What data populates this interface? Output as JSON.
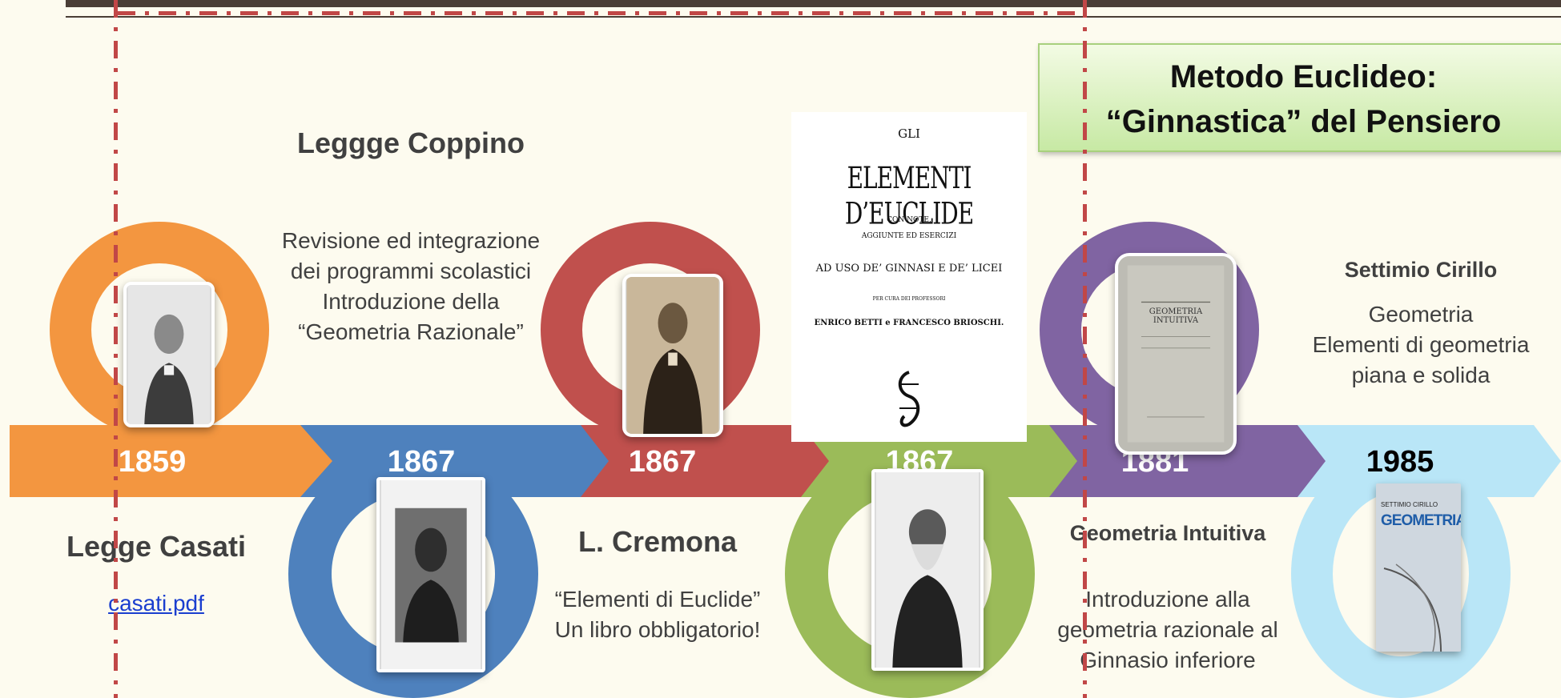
{
  "timeline": [
    {
      "year": "1859",
      "color": "#f39640",
      "title": "Legge Casati",
      "link": "casati.pdf"
    },
    {
      "year": "1867",
      "color": "#4e81bd",
      "title": "Leggge Coppino",
      "body": [
        "Revisione ed integrazione",
        "dei programmi scolastici",
        "Introduzione della",
        "“Geometria Razionale”"
      ]
    },
    {
      "year": "1867",
      "color": "#c0504d",
      "title": "L. Cremona",
      "body": [
        "“Elementi di Euclide”",
        "Un libro obbligatorio!"
      ]
    },
    {
      "year": "1867",
      "color": "#9bbb59"
    },
    {
      "year": "1881",
      "color": "#8064a2",
      "title": "Geometria Intuitiva",
      "body": [
        "Introduzione alla",
        "geometria razionale al",
        "Ginnasio inferiore"
      ]
    },
    {
      "year": "1985",
      "color": "#b9e6f7",
      "title": "Settimio Cirillo",
      "body": [
        "Geometria",
        "Elementi di geometria",
        "piana e solida"
      ]
    }
  ],
  "callout": {
    "line1": "Metodo Euclideo:",
    "line2": "“Ginnastica” del Pensiero"
  },
  "book_cover": {
    "top": "GLI",
    "title": "ELEMENTI D’EUCLIDE",
    "sub1": "CON NOTE,",
    "sub2": "AGGIUNTE ED ESERCIZI",
    "purpose": "AD USO DE’ GINNASI E DE’ LICEI",
    "editors_pre": "PER CURA DEI PROFESSORI",
    "editors": "ENRICO BETTI e FRANCESCO BRIOSCHI."
  },
  "cover_1985": {
    "author": "SETTIMIO CIRILLO",
    "title": "GEOMETRIA"
  },
  "cover_1881": {
    "title": "GEOMETRIA INTUITIVA"
  }
}
